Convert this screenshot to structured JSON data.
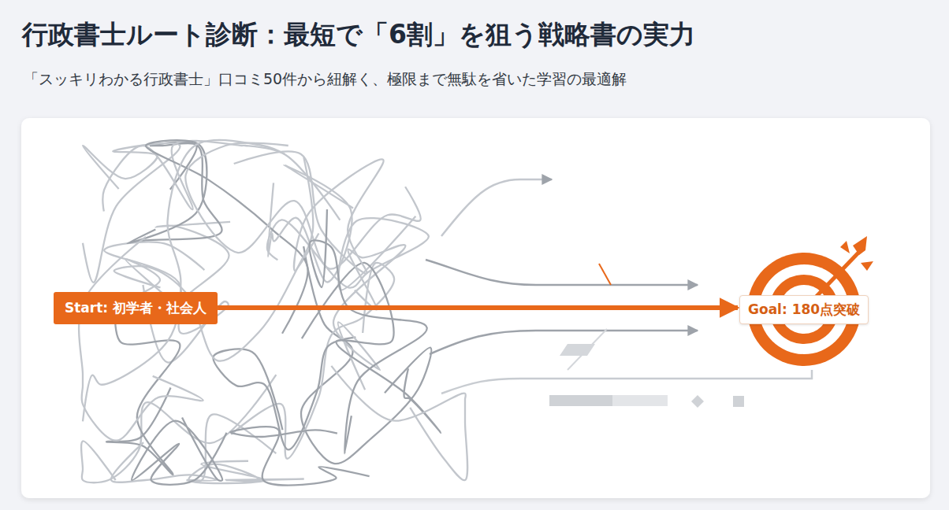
{
  "diagram": {
    "title": "行政書士ルート診断：最短で「6割」を狙う戦略書の実力",
    "caption": "「スッキリわかる行政書士」口コミ50件から紐解く、極限まで無駄を省いた学習の最適解",
    "nodes": [
      {
        "text": [
          "Start: 初学者・社会人"
        ]
      },
      {
        "text": [
          "Goal: 180点突破"
        ]
      }
    ],
    "edges": [
      {
        "from": 0,
        "to": 1,
        "arrow": "to"
      }
    ]
  }
}
